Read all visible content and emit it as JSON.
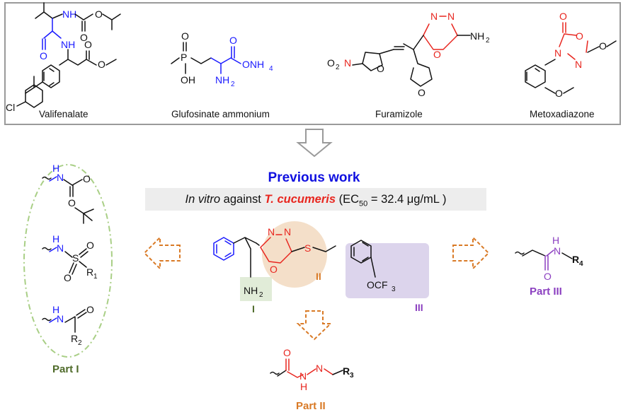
{
  "compounds": {
    "valifenalate": {
      "name": "Valifenalate",
      "atoms": {
        "nh_top": "NH",
        "o_carbonyl": "O",
        "o_ester": "O",
        "o_amide": "O",
        "nh_amide": "NH",
        "o_ester2": "O",
        "o_ester3": "O",
        "cl": "Cl"
      }
    },
    "glufosinate": {
      "name": "Glufosinate ammonium",
      "atoms": {
        "o_p": "O",
        "p": "P",
        "oh": "OH",
        "nh2": "NH",
        "nh2_sub": "2",
        "o_acid": "O",
        "onh4": "ONH",
        "onh4_sub": "4"
      }
    },
    "furamizole": {
      "name": "Furamizole",
      "atoms": {
        "n1": "N",
        "n2": "N",
        "o_ring": "O",
        "nh2": "NH",
        "nh2_sub": "2",
        "o2n": "O",
        "o2n_sub": "2",
        "o2n_n": "N",
        "o_furan1": "O",
        "o_furan2": "O"
      }
    },
    "metoxadiazone": {
      "name": "Metoxadiazone",
      "atoms": {
        "o_top": "O",
        "o_ring": "O",
        "n1": "N",
        "n2": "N",
        "o_methoxy": "O",
        "o_aryl": "O"
      }
    }
  },
  "previous_work": {
    "title": "Previous work",
    "in_vitro_italic": "In vitro",
    "against": " against ",
    "organism": "T. cucumeris",
    "ec_open": " (EC",
    "ec_sub": "50",
    "ec_value": "  = 32.4 μg/mL )"
  },
  "lead": {
    "atoms": {
      "n1": "N",
      "n2": "N",
      "o_ring": "O",
      "s": "S",
      "nh2": "NH",
      "nh2_sub": "2",
      "ocf3": "OCF",
      "ocf3_sub": "3"
    },
    "region_labels": {
      "i": "I",
      "ii": "II",
      "iii": "III"
    }
  },
  "part_i": {
    "label": "Part I",
    "struct1": {
      "nh": "H",
      "n": "N",
      "o1": "O",
      "o2": "O"
    },
    "struct2": {
      "nh": "H",
      "n": "N",
      "s": "S",
      "o1": "O",
      "o2": "O",
      "r": "R",
      "r_sub": "1"
    },
    "struct3": {
      "nh": "H",
      "n": "N",
      "o": "O",
      "r": "R",
      "r_sub": "2"
    }
  },
  "part_ii": {
    "label": "Part II",
    "atoms": {
      "o": "O",
      "n": "N",
      "nh": "H",
      "n2": "N",
      "r": "R",
      "r_sub": "3"
    }
  },
  "part_iii": {
    "label": "Part III",
    "atoms": {
      "h": "H",
      "n": "N",
      "o": "O",
      "r": "R",
      "r_sub": "4"
    }
  },
  "colors": {
    "blue": "#1a1aff",
    "red": "#e8261f",
    "orange": "#d97a26",
    "green_text": "#4f6b2a",
    "green_dash": "#a9cf86",
    "purple": "#8b3fc0",
    "purple_box": "#dcd4ec",
    "peach": "#f4dfc9",
    "green_box": "#e1ecd8",
    "gray_arrow": "#9a9a9a"
  }
}
